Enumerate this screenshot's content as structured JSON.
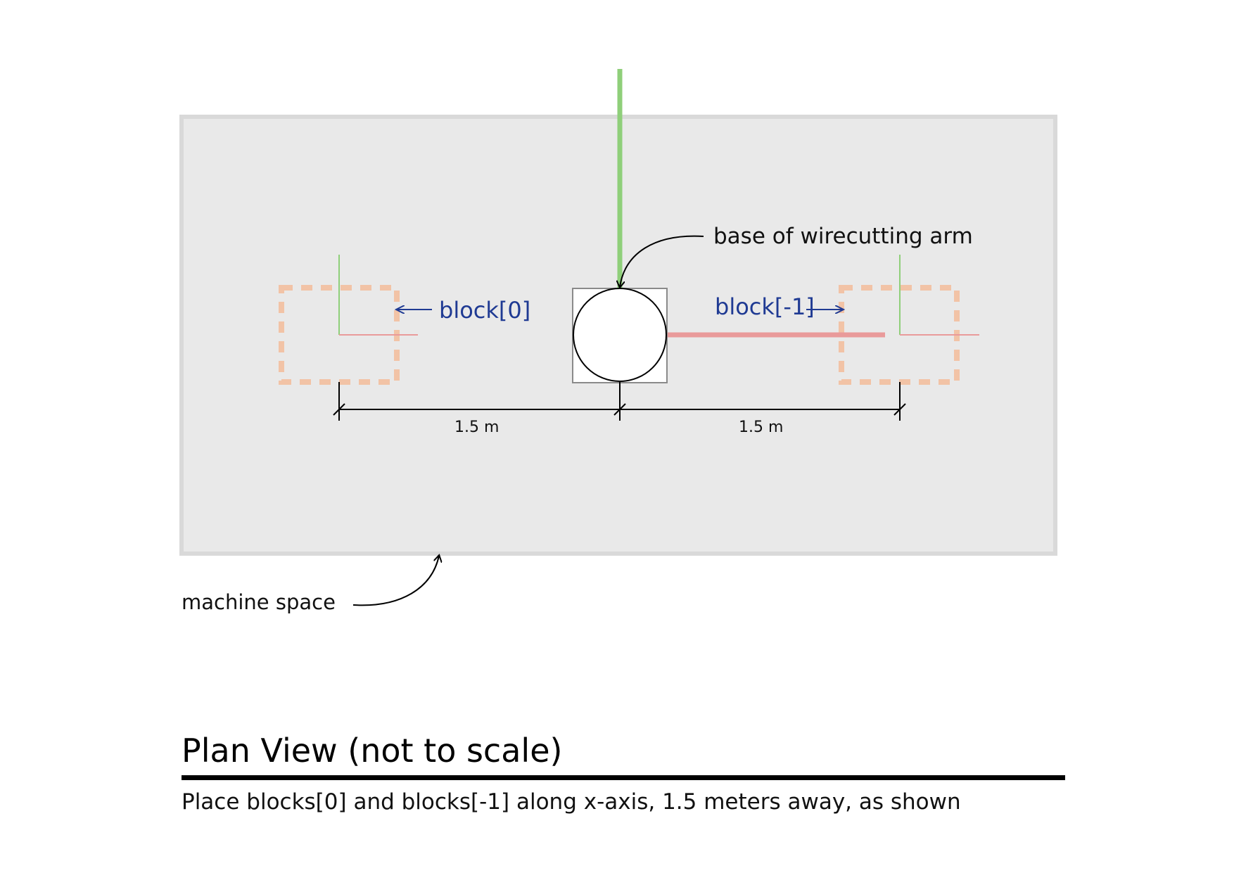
{
  "diagram": {
    "callouts": {
      "arm_base": "base of wirecutting arm",
      "machine_space": "machine space"
    },
    "blocks": {
      "first": "block[0]",
      "last": "block[-1]"
    },
    "dimensions": {
      "left": "1.5 m",
      "right": "1.5 m"
    },
    "colors": {
      "machine_fill": "#e9e9e9",
      "machine_border": "#d9d9d9",
      "block_outline": "#f2c3a6",
      "y_axis": "#8fcf7a",
      "x_axis": "#e99a9a",
      "label_blue": "#1f3a93"
    }
  },
  "footer": {
    "title": "Plan View (not to scale)",
    "caption": "Place blocks[0] and blocks[-1] along x-axis, 1.5 meters away, as shown"
  }
}
